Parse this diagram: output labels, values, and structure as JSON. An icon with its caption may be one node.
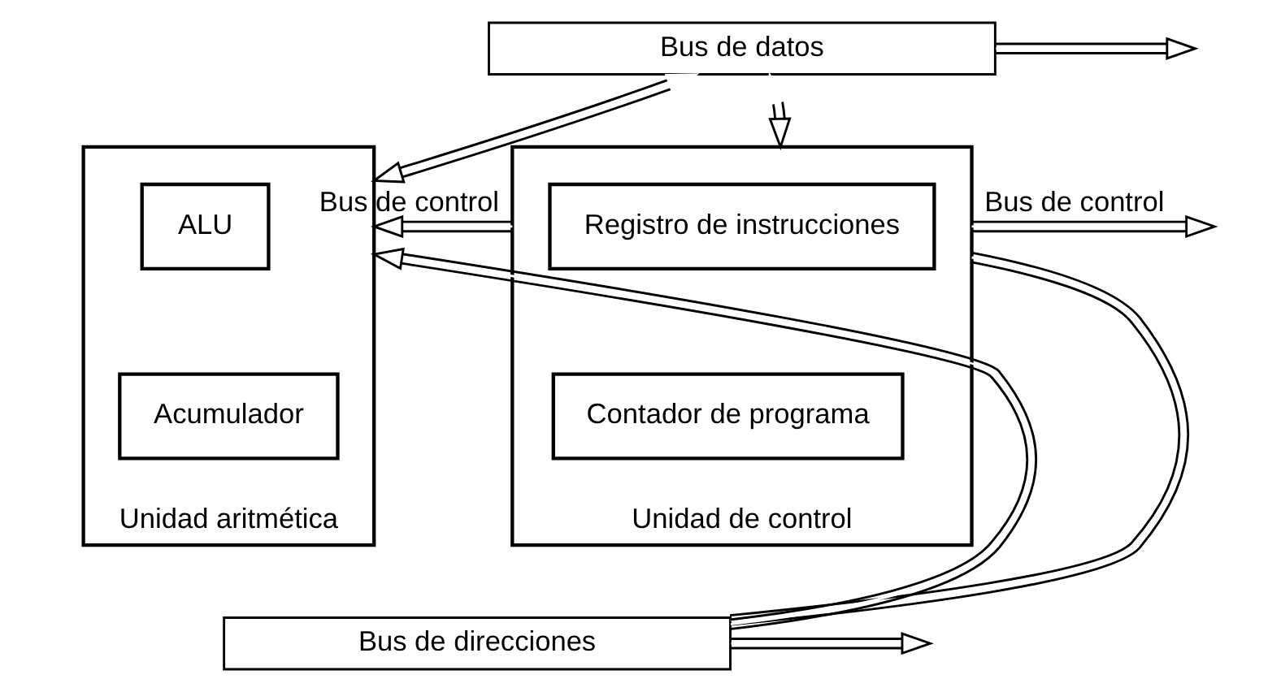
{
  "diagram": {
    "nodes": [
      {
        "text": [
          "Unidad aritmética"
        ]
      },
      {
        "text": [
          "ALU"
        ],
        "in": 0
      },
      {
        "text": [
          "Acumulador"
        ],
        "in": 0
      },
      {
        "text": [
          "Unidad de control"
        ]
      },
      {
        "text": [
          "Registro de instrucciones"
        ],
        "in": 3
      },
      {
        "text": [
          "Contador de programa"
        ],
        "in": 3
      },
      {
        "text": [
          "Bus de datos"
        ]
      },
      {
        "text": [
          "Bus de direcciones"
        ]
      }
    ],
    "edges": [
      {
        "from": 6,
        "to": 0,
        "arrow": "both"
      },
      {
        "from": 6,
        "to": 3,
        "arrow": "both"
      },
      {
        "from": 6,
        "to": null,
        "arrow": "to"
      },
      {
        "from": 3,
        "to": 0,
        "arrow": "to",
        "label": "Bus de control"
      },
      {
        "from": 3,
        "to": null,
        "arrow": "to",
        "label": "Bus de control"
      },
      {
        "from": 3,
        "to": 7,
        "arrow": "none"
      },
      {
        "from": 7,
        "to": 0,
        "arrow": "to"
      },
      {
        "from": 7,
        "to": null,
        "arrow": "to"
      }
    ]
  }
}
